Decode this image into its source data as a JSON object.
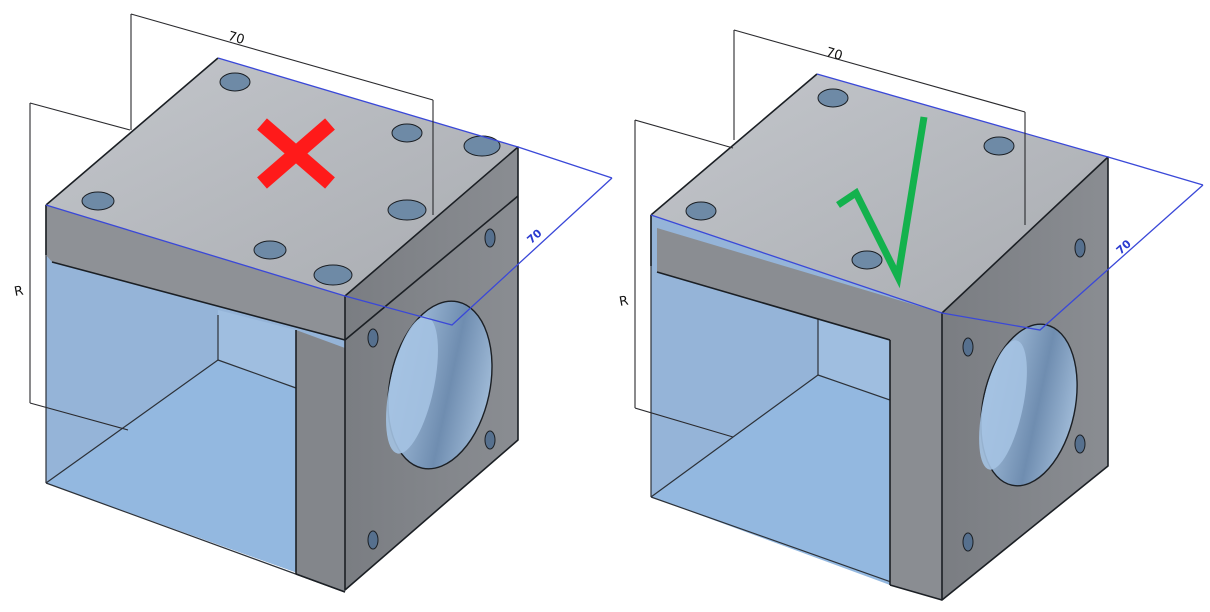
{
  "figures": [
    {
      "id": "left",
      "verdict": "incorrect",
      "mark_symbol": "cross",
      "mark_color": "#ff1a1a",
      "top_dimension": "70",
      "side_dimension": "R",
      "depth_dimension": "70",
      "top_holes": 7,
      "side_holes": 4
    },
    {
      "id": "right",
      "verdict": "correct",
      "mark_symbol": "check",
      "mark_color": "#13b24d",
      "top_dimension": "70",
      "side_dimension": "R",
      "depth_dimension": "70",
      "top_holes": 4,
      "side_holes": 4
    }
  ],
  "colors": {
    "metal_top": "#b5b8bd",
    "metal_front": "#8c8f94",
    "metal_side": "#7d8085",
    "transparent_blue": "#8fb4dc",
    "hole_fill": "#6e8aa6",
    "dimension_blue": "#3a48d8",
    "dimension_black": "#2a2a2e"
  }
}
